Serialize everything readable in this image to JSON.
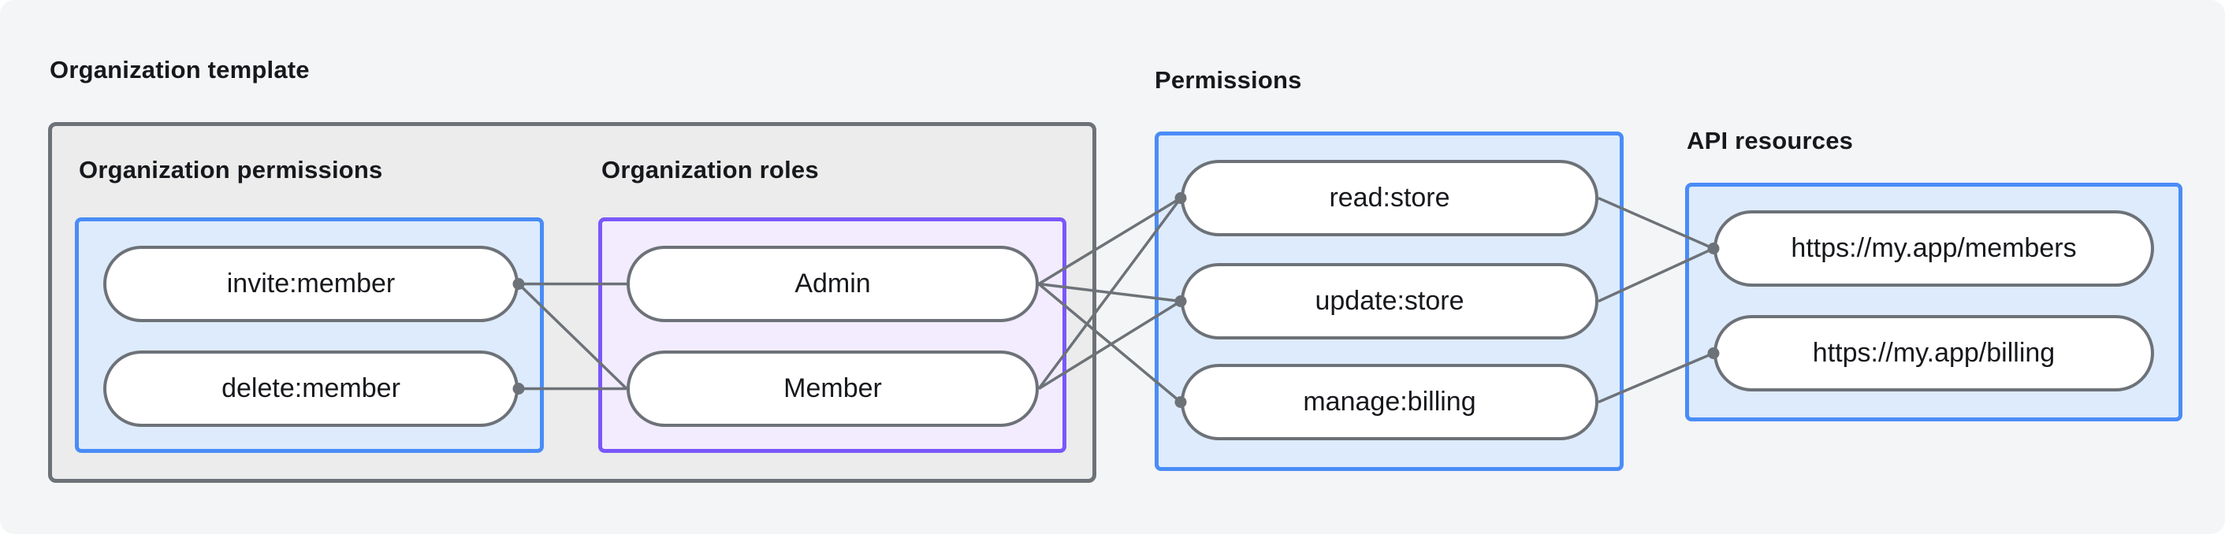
{
  "diagram": {
    "organization_template": {
      "label": "Organization template",
      "organization_permissions": {
        "label": "Organization permissions",
        "pills": [
          "invite:member",
          "delete:member"
        ]
      },
      "organization_roles": {
        "label": "Organization roles",
        "pills": [
          "Admin",
          "Member"
        ]
      }
    },
    "permissions": {
      "label": "Permissions",
      "pills": [
        "read:store",
        "update:store",
        "manage:billing"
      ]
    },
    "api_resources": {
      "label": "API resources",
      "pills": [
        "https://my.app/members",
        "https://my.app/billing"
      ]
    },
    "edges": [
      {
        "from": "invite:member",
        "to": "Admin"
      },
      {
        "from": "invite:member",
        "to": "Member"
      },
      {
        "from": "delete:member",
        "to": "Member"
      },
      {
        "from": "Admin",
        "to": "read:store"
      },
      {
        "from": "Admin",
        "to": "update:store"
      },
      {
        "from": "Admin",
        "to": "manage:billing"
      },
      {
        "from": "Member",
        "to": "read:store"
      },
      {
        "from": "Member",
        "to": "update:store"
      },
      {
        "from": "read:store",
        "to": "https://my.app/members"
      },
      {
        "from": "update:store",
        "to": "https://my.app/members"
      },
      {
        "from": "manage:billing",
        "to": "https://my.app/billing"
      }
    ]
  },
  "colors": {
    "background": "#f4f5f6",
    "panel_gray_fill": "#ebeceb",
    "panel_gray_border": "#6d7278",
    "blue_fill": "#ddebfc",
    "blue_border": "#4a8cf7",
    "purple_fill": "#f2ecfe",
    "purple_border": "#7a57fb",
    "pill_fill": "#ffffff",
    "pill_border": "#6d7278",
    "edge_line": "#6d7278",
    "text": "#16181c"
  }
}
